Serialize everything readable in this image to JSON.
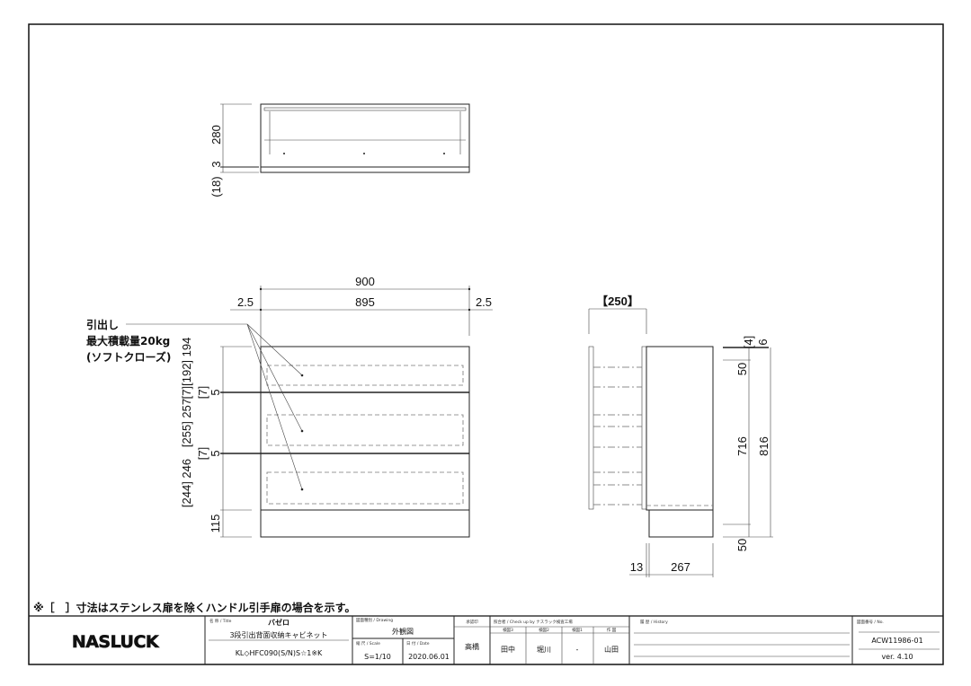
{
  "note": "※［　］寸法はステンレス扉を除くハンドル引手扉の場合を示す。",
  "top_view": {
    "dims": {
      "h280": "280",
      "h3": "3",
      "h18": "(18)"
    }
  },
  "front_view": {
    "dims": {
      "w900": "900",
      "w895": "895",
      "left25": "2.5",
      "right25": "2.5",
      "d1": "[7][192]  194",
      "gap1": "5",
      "d2": "[255]  257",
      "gap2": "5",
      "d3": "[244]  246",
      "plinth": "115",
      "gap1b": "[7]",
      "gap2b": "[7]"
    },
    "callout": [
      "引出し",
      "最大積載量20kg",
      "(ソフトクローズ)"
    ]
  },
  "side_view": {
    "dims": {
      "pull": "【250】",
      "top_b": "[4]",
      "top": "6",
      "d50a": "50",
      "d716": "716",
      "d816": "816",
      "d50b": "50",
      "d13": "13",
      "d267": "267"
    }
  },
  "title_block": {
    "logo": "NASLUCK",
    "title_label": "名 称 / Title",
    "series": "バゼロ",
    "product": "3段引出背面収納キャビネット",
    "model": "KL◇HFC090(S/N)S☆1※K",
    "drawing_label": "図面種別 / Drawing",
    "drawing": "外観図",
    "scale_label": "縮 尺 / Scale",
    "scale": "S=1/10",
    "date_label": "日 付 / Date",
    "date": "2020.06.01",
    "approval_label": "承認印",
    "approver": "高橋",
    "check_label": "照合者 / Check up by ナスラック検査工場",
    "check_cols": [
      "検図3",
      "検図2",
      "検図1",
      "作 図"
    ],
    "check_names": [
      "田中",
      "堀川",
      "-",
      "山田"
    ],
    "history_label": "履 歴 / History",
    "no_label": "図面番号 / No.",
    "number": "ACW11986-01",
    "version": "ver. 4.10"
  }
}
